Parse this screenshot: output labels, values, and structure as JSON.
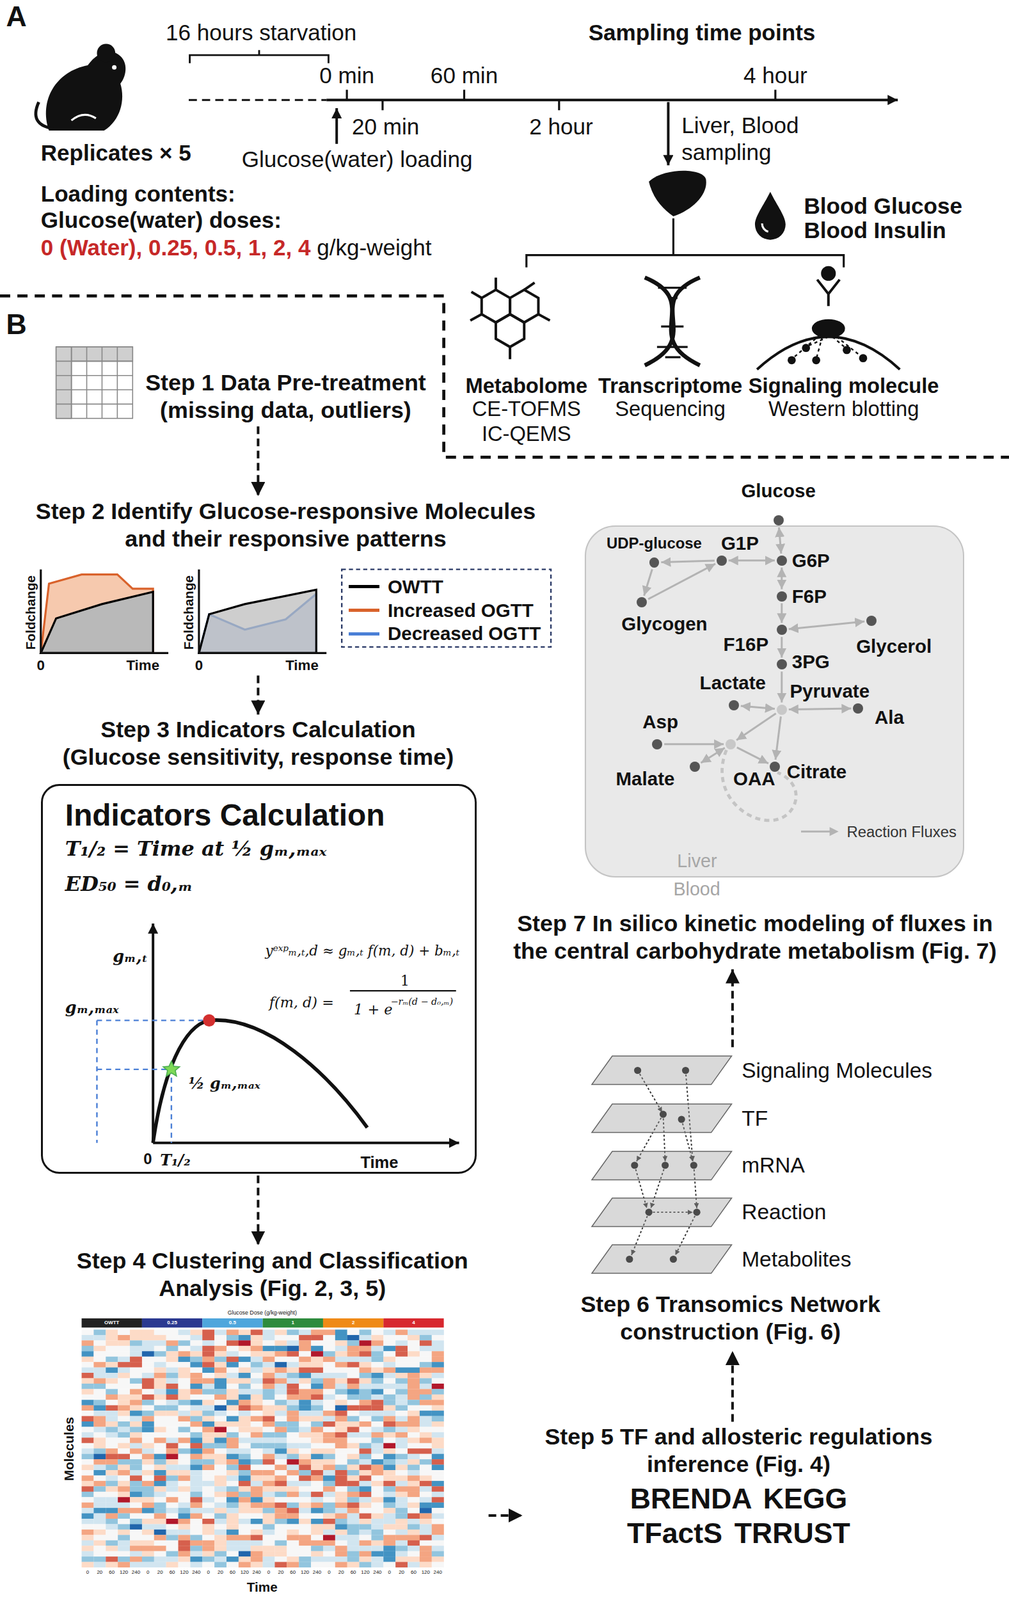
{
  "diagram": {
    "nodes": [
      {
        "text": [
          "Step 1 Data Pre-treatment (missing data, outliers)"
        ]
      },
      {
        "text": [
          "Step 2 Identify Glucose-responsive Molecules and their responsive patterns"
        ]
      },
      {
        "text": [
          "Step 3 Indicators Calculation (Glucose sensitivity, response time)"
        ]
      },
      {
        "text": [
          "Indicators Calculation",
          "T₁/₂ = Time at ½ gₘ,ₘₐₓ",
          "ED₅₀ = d₀,ₘ",
          "yᵉˣᵖₘ,ₜ,d ≈ gₘ,ₜ f(m, d) + bₘ,ₜ",
          "f(m, d) =",
          "1",
          "1 + e",
          "−rₘ(d − d₀,ₘ)",
          "gₘ,ₜ",
          "gₘ,ₘₐₓ",
          "½ gₘ,ₘₐₓ",
          "0",
          "T₁/₂",
          "Time"
        ]
      },
      {
        "text": [
          "Step 4 Clustering and Classification Analysis (Fig. 2, 3, 5)"
        ]
      },
      {
        "text": [
          "Step 5 TF and allosteric regulations inference (Fig. 4)",
          "BRENDA KEGG TFactS TRRUST"
        ]
      },
      {
        "text": [
          "Step 6 Transomics Network construction (Fig. 6)"
        ]
      },
      {
        "text": [
          "Signaling Molecules"
        ],
        "in": 6
      },
      {
        "text": [
          "TF"
        ],
        "in": 6
      },
      {
        "text": [
          "mRNA"
        ],
        "in": 6
      },
      {
        "text": [
          "Reaction"
        ],
        "in": 6
      },
      {
        "text": [
          "Metabolites"
        ],
        "in": 6
      },
      {
        "text": [
          "Step 7 In silico kinetic modeling of fluxes in the central carbohydrate metabolism (Fig. 7)"
        ]
      },
      {
        "text": [
          "Glucose"
        ],
        "in": 12
      },
      {
        "text": [
          "Liver"
        ],
        "in": 12
      },
      {
        "text": [
          "UDP-glucose"
        ],
        "in": 14
      },
      {
        "text": [
          "G1P"
        ],
        "in": 14
      },
      {
        "text": [
          "G6P"
        ],
        "in": 14
      },
      {
        "text": [
          "F6P"
        ],
        "in": 14
      },
      {
        "text": [
          "Glycogen"
        ],
        "in": 14
      },
      {
        "text": [
          "F16P"
        ],
        "in": 14
      },
      {
        "text": [
          "3PG"
        ],
        "in": 14
      },
      {
        "text": [
          "Glycerol"
        ],
        "in": 14
      },
      {
        "text": [
          "Lactate"
        ],
        "in": 14
      },
      {
        "text": [
          "Pyruvate"
        ],
        "in": 14
      },
      {
        "text": [
          "Ala"
        ],
        "in": 14
      },
      {
        "text": [
          "Asp"
        ],
        "in": 14
      },
      {
        "text": [
          "Malate"
        ],
        "in": 14
      },
      {
        "text": [
          "OAA"
        ],
        "in": 14
      },
      {
        "text": [
          "Citrate"
        ],
        "in": 14
      }
    ],
    "edges": [
      {
        "from": 0,
        "to": 1,
        "arrow": "to"
      },
      {
        "from": 1,
        "to": 2,
        "arrow": "to"
      },
      {
        "from": 3,
        "to": 4,
        "arrow": "to"
      },
      {
        "from": 4,
        "to": 5,
        "arrow": "to"
      },
      {
        "from": 5,
        "to": 6,
        "arrow": "to"
      },
      {
        "from": 6,
        "to": 12,
        "arrow": "to"
      },
      {
        "from": 13,
        "to": 17,
        "arrow": "both"
      },
      {
        "from": 17,
        "to": 16,
        "arrow": "both"
      },
      {
        "from": 16,
        "to": 15,
        "arrow": "to"
      },
      {
        "from": 15,
        "to": 19,
        "arrow": "to"
      },
      {
        "from": 19,
        "to": 16,
        "arrow": "to"
      },
      {
        "from": 17,
        "to": 18,
        "arrow": "both"
      },
      {
        "from": 18,
        "to": 20,
        "arrow": "to"
      },
      {
        "from": 20,
        "to": 22,
        "arrow": "both"
      },
      {
        "from": 20,
        "to": 21,
        "arrow": "to"
      },
      {
        "from": 21,
        "to": 24,
        "arrow": "to"
      },
      {
        "from": 24,
        "to": 23,
        "arrow": "both"
      },
      {
        "from": 24,
        "to": 25,
        "arrow": "both"
      },
      {
        "from": 24,
        "to": 28,
        "arrow": "to"
      },
      {
        "from": 24,
        "to": 29,
        "arrow": "to"
      },
      {
        "from": 26,
        "to": 28,
        "arrow": "to"
      },
      {
        "from": 27,
        "to": 28,
        "arrow": "both"
      },
      {
        "from": 28,
        "to": 29,
        "arrow": "to"
      }
    ],
    "labels": [
      "A",
      "16 hours starvation",
      "0 min",
      "20 min",
      "60 min",
      "2 hour",
      "4 hour",
      "Sampling time points",
      "Replicates × 5",
      "Glucose(water) loading",
      "Liver, Blood sampling",
      "Loading contents:",
      "Glucose(water) doses:",
      "0 (Water), 0.25, 0.5, 1, 2, 4",
      "g/kg-weight",
      "Blood Glucose",
      "Blood Insulin",
      "Metabolome",
      "CE-TOFMS",
      "IC-QEMS",
      "Transcriptome",
      "Sequencing",
      "Signaling molecule",
      "Western blotting",
      "B",
      "Foldchange",
      "0",
      "Time",
      "Foldchange",
      "0",
      "Time",
      "Glucose Dose (g/kg-weight)",
      "OWTT",
      "0.25",
      "0.5",
      "1",
      "2",
      "4",
      "Molecules",
      "0",
      "20",
      "60",
      "120",
      "240",
      "0",
      "20",
      "60",
      "120",
      "240",
      "0",
      "20",
      "60",
      "120",
      "240",
      "0",
      "20",
      "60",
      "120",
      "240",
      "0",
      "20",
      "60",
      "120",
      "240",
      "0",
      "20",
      "60",
      "120",
      "240",
      "Time",
      "Blood"
    ],
    "legend": [
      {
        "text": "OWTT",
        "color": "#000000"
      },
      {
        "text": "Increased OGTT",
        "color": "#d9622b"
      },
      {
        "text": "Decreased OGTT",
        "color": "#4a7fd6"
      },
      {
        "text": "Reaction Fluxes"
      }
    ]
  }
}
